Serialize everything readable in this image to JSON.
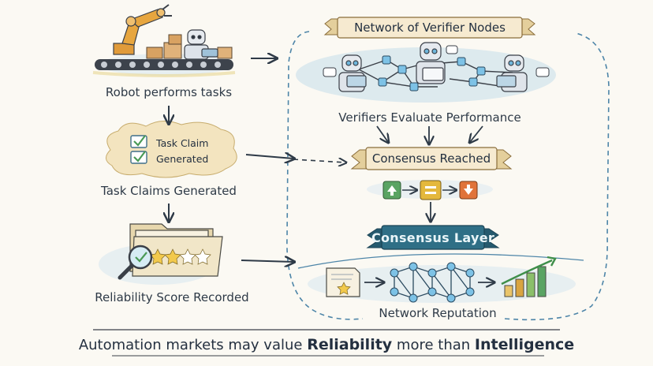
{
  "diagram": {
    "left_steps": [
      {
        "label": "Robot performs tasks"
      },
      {
        "label": "Task Claims Generated"
      },
      {
        "label": "Reliability Score Recorded"
      }
    ],
    "task_claim_card": {
      "line1": "Task Claim",
      "line2": "Generated"
    },
    "network_title": "Network of Verifier Nodes",
    "verifiers_caption": "Verifiers Evaluate Performance",
    "consensus_reached": "Consensus Reached",
    "consensus_layer": "Consensus Layer",
    "network_reputation": "Network Reputation",
    "icons": [
      "robot-arm-icon",
      "conveyor-icon",
      "robot-icon",
      "checklist-icon",
      "folder-icon",
      "magnifier-icon",
      "star-rating-icon",
      "verifier-robot-icon",
      "up-arrow-icon",
      "equals-icon",
      "down-arrow-icon",
      "certificate-icon",
      "node-network-icon",
      "growth-chart-icon"
    ],
    "colors": {
      "accent_blue": "#3e7fa3",
      "layer_teal": "#2f6f86",
      "up_green": "#5aa463",
      "equal_yellow": "#e4b83c",
      "down_orange": "#e0733a",
      "parchment": "#f3e4bf"
    }
  },
  "footer": {
    "prefix": "Automation markets may value ",
    "bold1": "Reliability",
    "middle": " more than ",
    "bold2": "Intelligence"
  }
}
